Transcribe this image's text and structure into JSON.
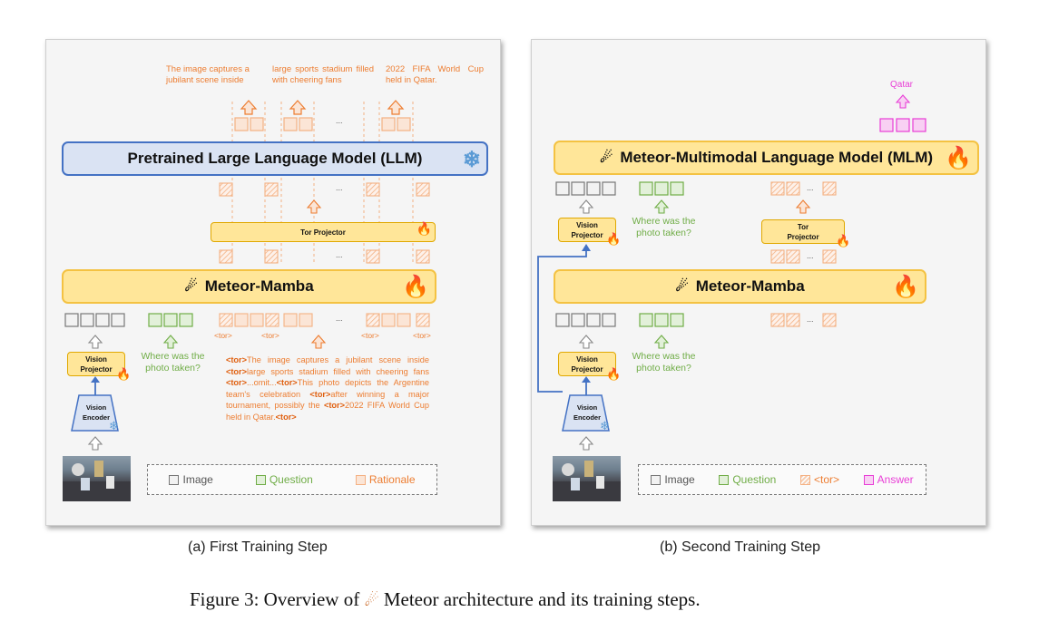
{
  "panel_a": {
    "caption": "(a) First Training Step",
    "output_texts": [
      "The image captures a jubilant scene inside",
      "large sports stadium filled with cheering fans",
      "2022 FIFA World Cup held in Qatar."
    ],
    "ellipsis": "...",
    "llm_label": "Pretrained Large Language Model (LLM)",
    "tor_projector": "Tor Projector",
    "mamba_label": "Meteor-Mamba",
    "vision_projector": "Vision Projector",
    "vision_encoder": "Vision Encoder",
    "question": "Where was the photo taken?",
    "tor_tags": [
      "<tor>",
      "<tor>",
      "<tor>",
      "<tor>"
    ],
    "rationale": {
      "tag": "<tor>",
      "p1": "The image captures a jubilant scene inside ",
      "p2": "large sports stadium filled with cheering fans",
      "p3": "...omit...",
      "p4": "This photo depicts the Argentine team's celebration ",
      "p5": "after winning a major tournament, possibly the ",
      "p6": "2022 FIFA World Cup held in Qatar."
    },
    "legend": {
      "image": "Image",
      "question": "Question",
      "rationale": "Rationale"
    }
  },
  "panel_b": {
    "caption": "(b) Second Training Step",
    "answer_text": "Qatar",
    "mlm_label": "Meteor-Multimodal Language Model (MLM)",
    "vision_projector": "Vision Projector",
    "tor_projector": "Tor Projector",
    "question_top": "Where was the photo taken?",
    "mamba_label": "Meteor-Mamba",
    "question_bottom": "Where was the photo taken?",
    "vision_encoder": "Vision Encoder",
    "ellipsis": "...",
    "legend": {
      "image": "Image",
      "question": "Question",
      "tor": "<tor>",
      "answer": "Answer"
    }
  },
  "figure_caption": {
    "prefix": "Figure 3: Overview of",
    "suffix": "Meteor architecture and its training steps."
  },
  "colors": {
    "orange": "#ed7d31",
    "green": "#70ad47",
    "magenta": "#e83ed6",
    "blue": "#4472c4",
    "yellow": "#ffe699"
  }
}
